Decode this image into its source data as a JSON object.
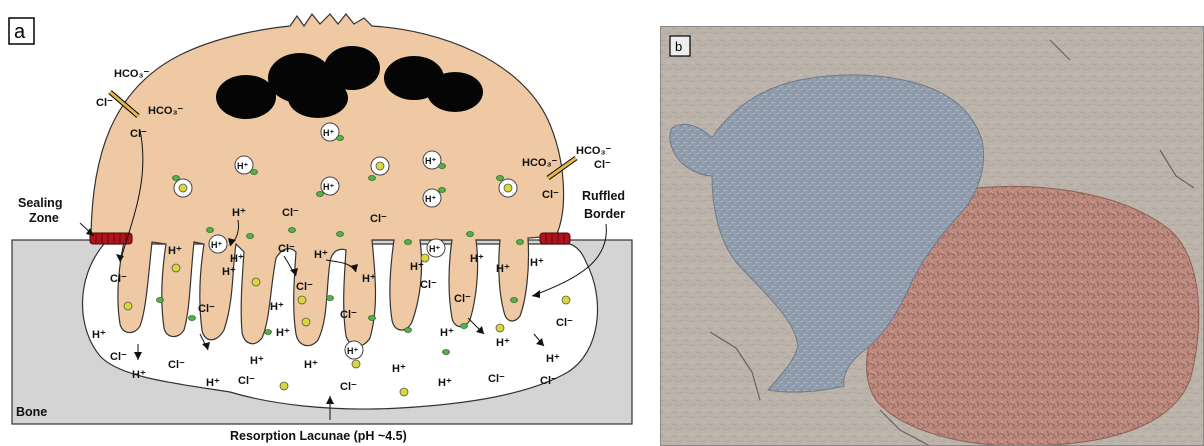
{
  "panel_a": {
    "tag": "a",
    "labels": {
      "sealing_zone_1": "Sealing",
      "sealing_zone_2": "Zone",
      "ruffled_border_1": "Ruffled",
      "ruffled_border_2": "Border",
      "bone": "Bone",
      "lacunae": "Resorption Lacunae (pH ~4.5)",
      "hco3": "HCO₃⁻",
      "cl": "Cl⁻",
      "h_plus": "H⁺"
    },
    "colors": {
      "cell": "#efc9a3",
      "bone": "#d4d4d4",
      "lacuna": "#ffffff",
      "nuclei": "#050505",
      "sealing": "#b0131b",
      "vesicle_dot": "#d8d83a",
      "pump": "#55b04a"
    }
  },
  "panel_b": {
    "tag": "b",
    "colors": {
      "background": "#bcb3aa",
      "cell": "#8f9bab",
      "pit": "#bd8a80"
    }
  }
}
